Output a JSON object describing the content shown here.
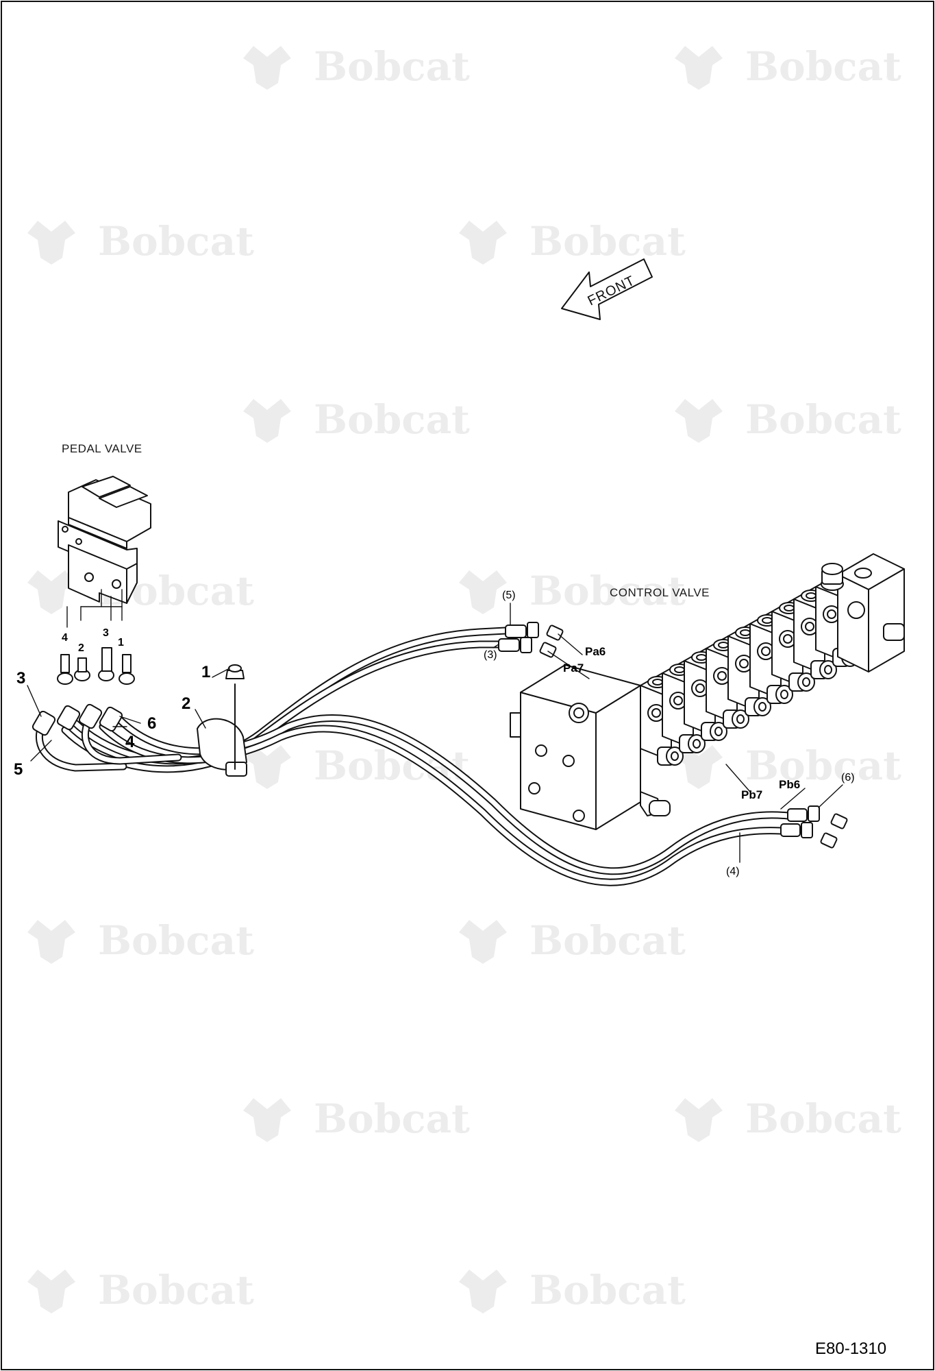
{
  "watermark": {
    "brand_text": "Bobcat",
    "registered_mark": "®"
  },
  "direction_arrow": {
    "text": "FRONT"
  },
  "labels": {
    "pedal_valve": "PEDAL VALVE",
    "control_valve": "CONTROL VALVE"
  },
  "callouts": {
    "item_1": "1",
    "item_2": "2",
    "item_3": "3",
    "item_4": "4",
    "item_5": "5",
    "item_6": "6"
  },
  "pedal_ports": [
    "4",
    "2",
    "3",
    "1"
  ],
  "ports": {
    "pa6": "Pa6",
    "pa7": "Pa7",
    "pb6": "Pb6",
    "pb7": "Pb7"
  },
  "hose_refs": {
    "ref_3": "(3)",
    "ref_4": "(4)",
    "ref_5": "(5)",
    "ref_6": "(6)"
  },
  "drawing_code": "E80-1310"
}
